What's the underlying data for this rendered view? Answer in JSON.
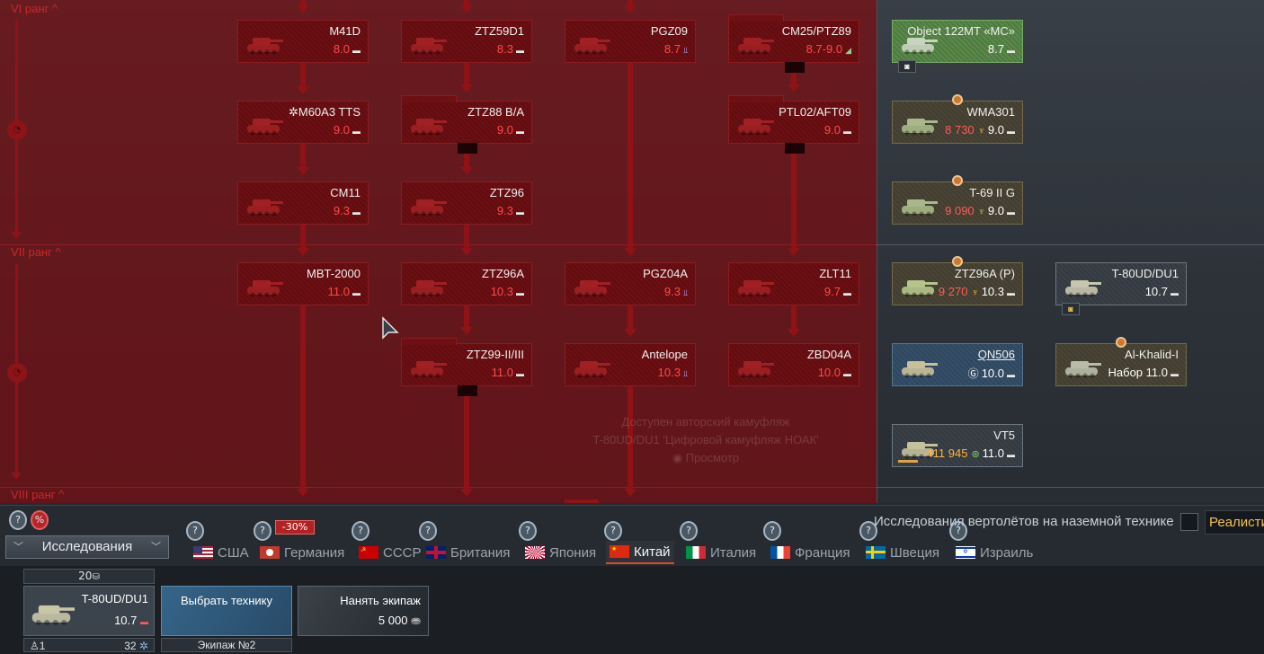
{
  "ranks": [
    {
      "label": "VI ранг ^"
    },
    {
      "label": "VII ранг ^"
    },
    {
      "label": "VIII ранг ^"
    }
  ],
  "tree": {
    "col1": [
      {
        "name": "M41D",
        "br": "8.0"
      },
      {
        "name": "✲M60A3 TTS",
        "br": "9.0"
      },
      {
        "name": "CM11",
        "br": "9.3"
      },
      {
        "name": "MBT-2000",
        "br": "11.0"
      }
    ],
    "col2": [
      {
        "name": "ZTZ59D1",
        "br": "8.3"
      },
      {
        "name": "ZTZ88 B/A",
        "br": "9.0"
      },
      {
        "name": "ZTZ96",
        "br": "9.3"
      },
      {
        "name": "ZTZ96A",
        "br": "10.3"
      },
      {
        "name": "ZTZ99-II/III",
        "br": "11.0"
      }
    ],
    "col3": [
      {
        "name": "PGZ09",
        "br": "8.7"
      },
      {
        "name": "PGZ04A",
        "br": "9.3"
      },
      {
        "name": "Antelope",
        "br": "10.3"
      }
    ],
    "col4": [
      {
        "name": "CM25/PTZ89",
        "br": "8.7-9.0"
      },
      {
        "name": "PTL02/AFT09",
        "br": "9.0"
      },
      {
        "name": "ZLT11",
        "br": "9.7"
      },
      {
        "name": "ZBD04A",
        "br": "10.0"
      }
    ]
  },
  "premium": [
    {
      "name": "Object 122MT «MC»",
      "br": "8.7",
      "price": ""
    },
    {
      "name": "WMA301",
      "br": "9.0",
      "price": "8 730"
    },
    {
      "name": "T-69 II G",
      "br": "9.0",
      "price": "9 090"
    },
    {
      "name": "ZTZ96A (P)",
      "br": "10.3",
      "price": "9 270"
    },
    {
      "name": "T-80UD/DU1",
      "br": "10.7",
      "price": ""
    },
    {
      "name": "QN506",
      "br": "10.0",
      "price": ""
    },
    {
      "name": "Al-Khalid-I",
      "br": "Набор 11.0",
      "price": ""
    },
    {
      "name": "VT5",
      "br": "11.0",
      "price": "411 945"
    }
  ],
  "camo_note": {
    "line1": "Доступен авторский камуфляж",
    "line2": "T-80UD/DU1 'Цифровой камуфляж НОАК'",
    "line3": "Просмотр"
  },
  "nav": {
    "research_label": "Исследования",
    "discount": "-30%",
    "tabs": [
      "США",
      "Германия",
      "СССР",
      "Британия",
      "Япония",
      "Китай",
      "Италия",
      "Франция",
      "Швеция",
      "Израиль"
    ],
    "active_tab": "Китай",
    "heli_label": "Исследования вертолётов на наземной технике",
    "mode": "Реалистичные"
  },
  "crew": {
    "slot_count": "20",
    "vehicle_name": "T-80UD/DU1",
    "vehicle_br": "10.7",
    "crew_level": "1",
    "crew_points": "32",
    "select_label": "Выбрать технику",
    "crew_name": "Экипаж №2",
    "hire_label": "Нанять экипаж",
    "hire_cost": "5 000"
  },
  "colors": {
    "locked_red": "#6d0f13",
    "accent_red": "#ff4a4a",
    "gold": "#ffb43c",
    "tab_active_underline": "#d84c2c"
  }
}
